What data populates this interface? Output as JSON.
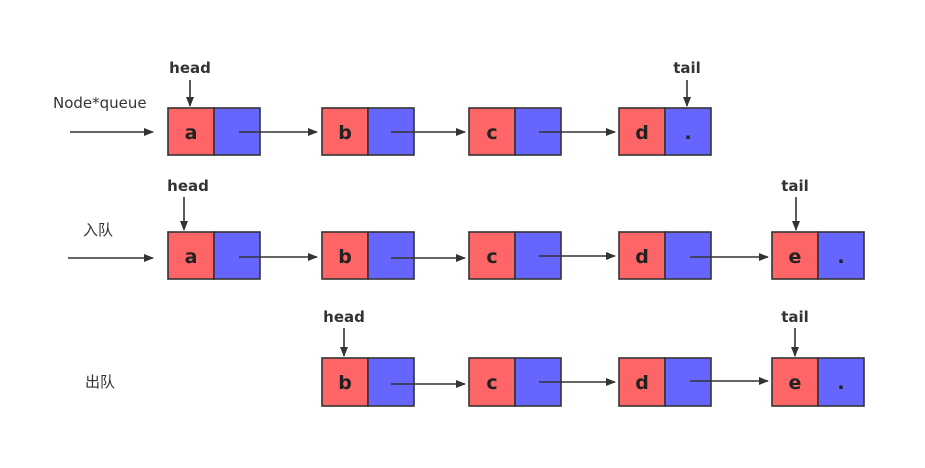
{
  "colors": {
    "value_cell": "#fe6566",
    "next_cell": "#6666fe",
    "line": "#333333"
  },
  "row1": {
    "label": "Node*queue",
    "head_label": "head",
    "tail_label": "tail",
    "nodes": [
      "a",
      "b",
      "c",
      "d"
    ],
    "null_marker": "."
  },
  "row2": {
    "label": "入队",
    "head_label": "head",
    "tail_label": "tail",
    "nodes": [
      "a",
      "b",
      "c",
      "d",
      "e"
    ],
    "null_marker": "."
  },
  "row3": {
    "label": "出队",
    "head_label": "head",
    "tail_label": "tail",
    "nodes": [
      "b",
      "c",
      "d",
      "e"
    ],
    "null_marker": "."
  }
}
